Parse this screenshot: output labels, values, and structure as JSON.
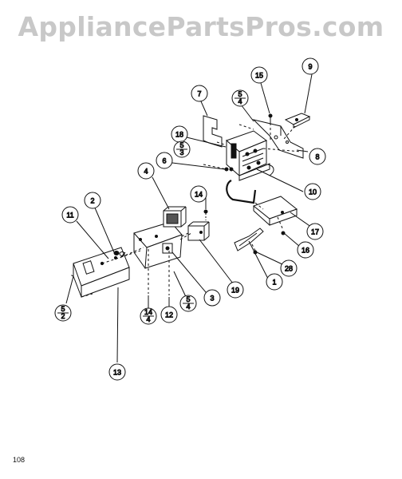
{
  "watermark": "AppliancePartsPros.com",
  "page_number": "108",
  "callouts": {
    "c1": "1",
    "c2": "2",
    "c3": "3",
    "c4": "4",
    "c6": "6",
    "c7": "7",
    "c8": "8",
    "c9": "9",
    "c10": "10",
    "c11": "11",
    "c12": "12",
    "c13": "13",
    "c14a": "14",
    "c14b": "14",
    "c15": "15",
    "c16": "16",
    "c17": "17",
    "c18": "18",
    "c19": "19",
    "c28": "28"
  },
  "fractions": {
    "f1": {
      "top": "5",
      "bottom": "4"
    },
    "f2": {
      "top": "5",
      "bottom": "3"
    },
    "f3": {
      "top": "5",
      "bottom": "4"
    },
    "f4": {
      "top": "14",
      "bottom": "4"
    },
    "f5": {
      "top": "5",
      "bottom": "2"
    }
  },
  "colors": {
    "ink": "#111111",
    "watermark": "#c8c8c8"
  }
}
